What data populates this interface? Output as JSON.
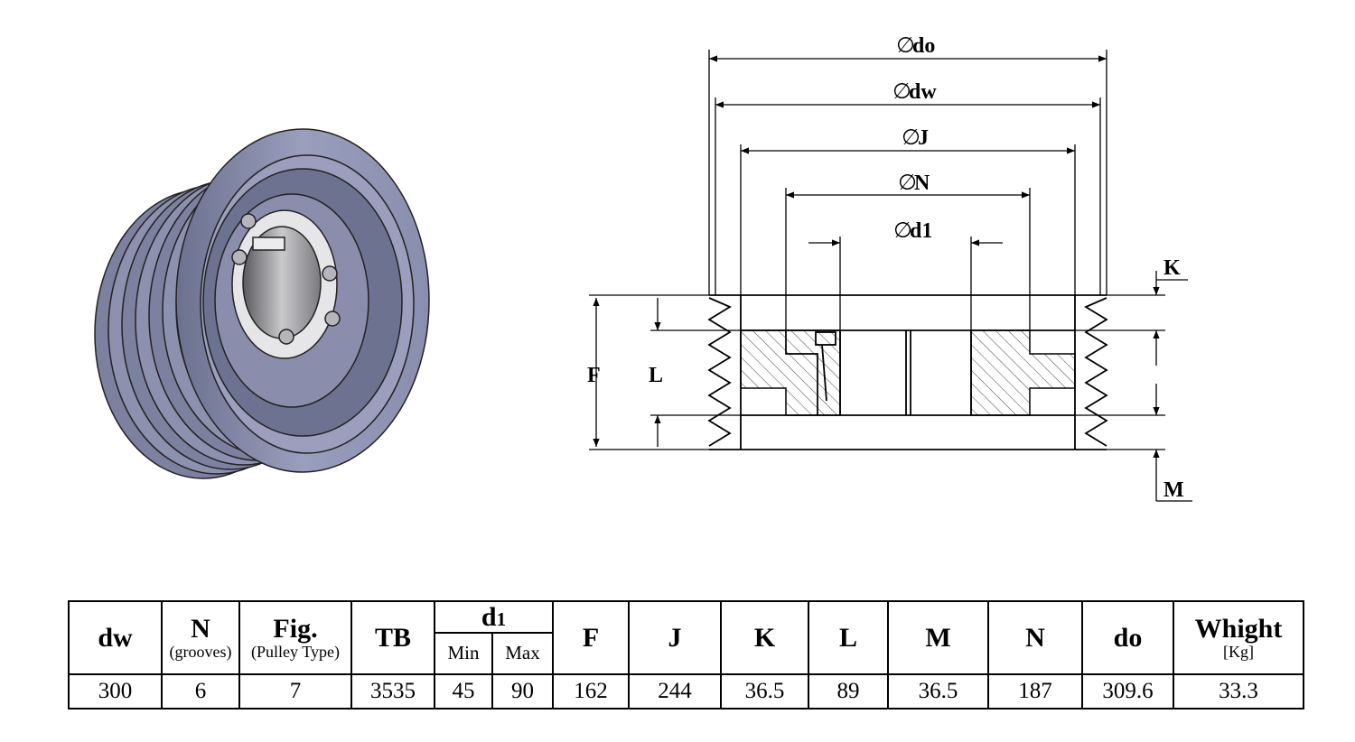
{
  "drawing": {
    "dims": {
      "do": "do",
      "dw": "dw",
      "J": "J",
      "N": "N",
      "d1": "d1",
      "F": "F",
      "L": "L",
      "K": "K",
      "M": "M"
    },
    "phi": "∅"
  },
  "table": {
    "headers": {
      "dw": "dw",
      "N": "N",
      "N_sub": "(grooves)",
      "fig": "Fig.",
      "fig_sub": "(Pulley Type)",
      "tb": "TB",
      "d1": "d",
      "d1_index": "1",
      "min": "Min",
      "max": "Max",
      "F": "F",
      "J": "J",
      "K": "K",
      "L": "L",
      "M": "M",
      "N2": "N",
      "do": "do",
      "weight": "Whight",
      "weight_unit": "[Kg]"
    },
    "values": {
      "dw": "300",
      "N": "6",
      "fig": "7",
      "tb": "3535",
      "min": "45",
      "max": "90",
      "F": "162",
      "J": "244",
      "K": "36.5",
      "L": "89",
      "M": "36.5",
      "N2": "187",
      "do": "309.6",
      "weight": "33.3"
    }
  }
}
